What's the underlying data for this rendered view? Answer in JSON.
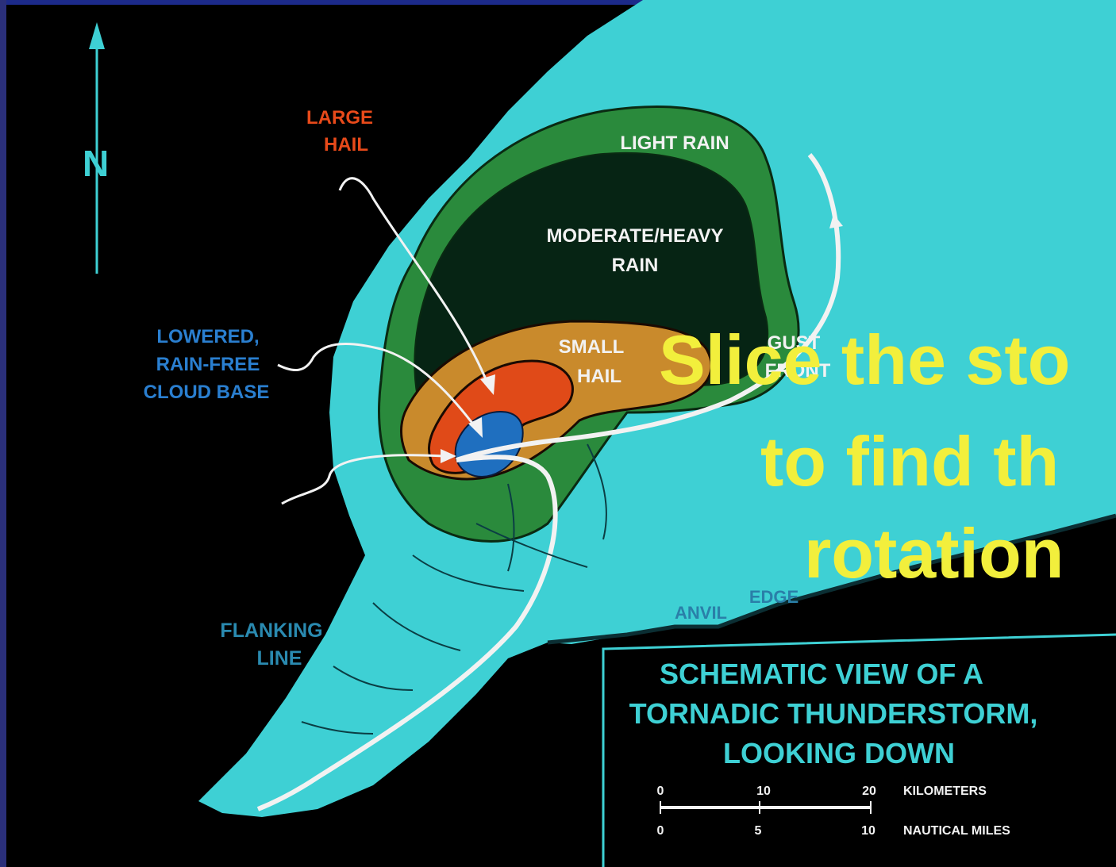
{
  "diagram": {
    "north_label": "N",
    "labels": {
      "large_hail": [
        "LARGE",
        "HAIL"
      ],
      "light_rain": "LIGHT RAIN",
      "moderate_heavy_rain": [
        "MODERATE/HEAVY",
        "RAIN"
      ],
      "small_hail": [
        "SMALL",
        "HAIL"
      ],
      "lowered_cloud_base": [
        "LOWERED,",
        "RAIN-FREE",
        "CLOUD BASE"
      ],
      "gust_front": [
        "GUST",
        "FRONT"
      ],
      "anvil_edge": [
        "ANVIL",
        "EDGE"
      ],
      "flanking_line": [
        "FLANKING",
        "LINE"
      ]
    },
    "legend": {
      "title_lines": [
        "SCHEMATIC VIEW OF A",
        "TORNADIC THUNDERSTORM,",
        "LOOKING DOWN"
      ],
      "km_ticks": [
        "0",
        "10",
        "20"
      ],
      "km_unit": "KILOMETERS",
      "nm_ticks": [
        "0",
        "5",
        "10"
      ],
      "nm_unit": "NAUTICAL MILES"
    },
    "colors": {
      "background": "#000000",
      "cloud": "#3ed0d4",
      "light_rain": "#2a8a3c",
      "moderate_rain": "#062414",
      "small_hail": "#c98a2c",
      "large_hail": "#e04a18",
      "cloud_base": "#1f6fbf",
      "arrows": "#f2f2f2"
    }
  },
  "slide": {
    "text_lines": [
      "Slice the sto",
      "to find th",
      "rotation"
    ],
    "text_color": "#f2ef3c",
    "frame_color": "#1c2a8a"
  }
}
